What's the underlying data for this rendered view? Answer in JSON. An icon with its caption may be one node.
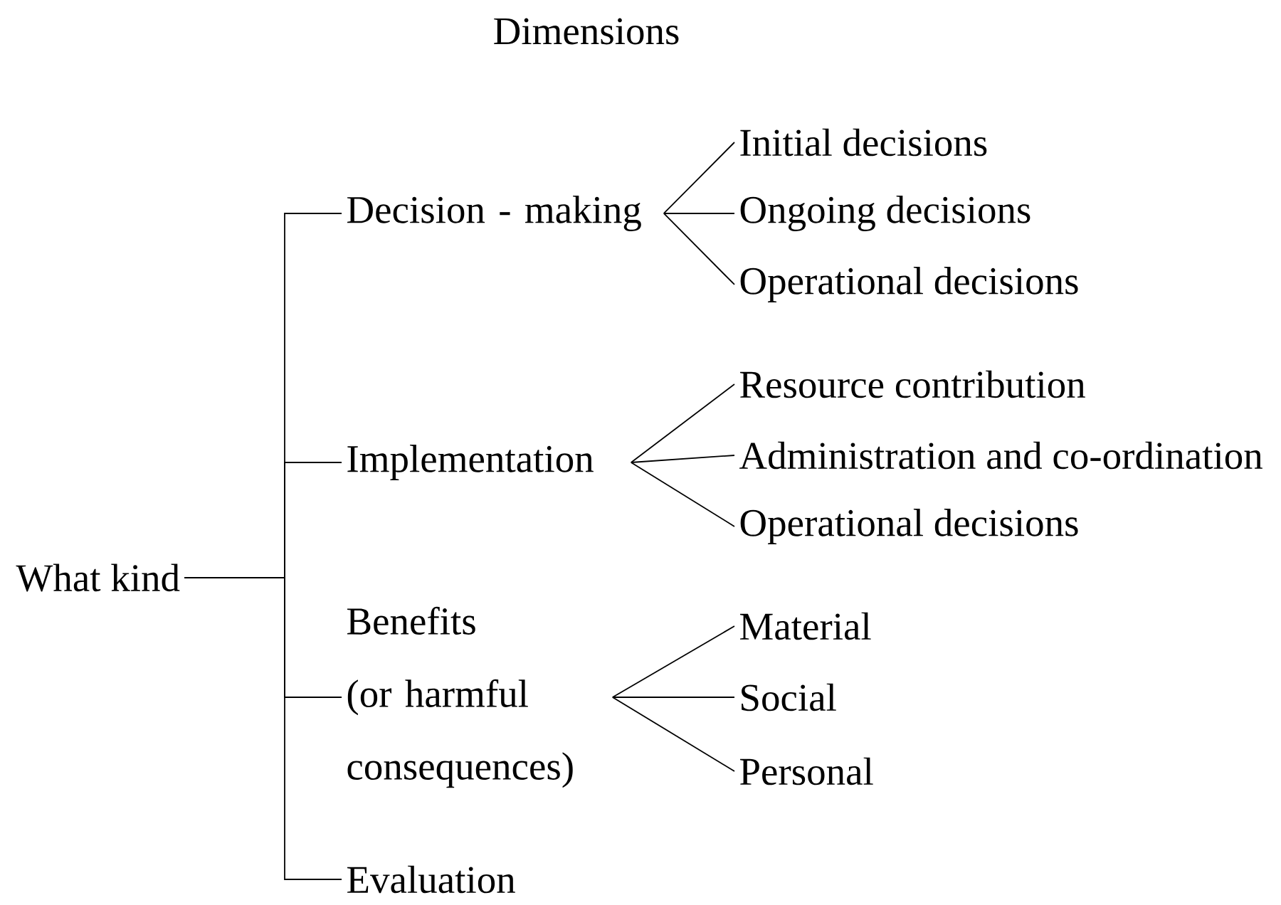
{
  "diagram": {
    "title": "Dimensions",
    "nodes": [
      {
        "text": [
          "What kind"
        ]
      },
      {
        "text": [
          "Decision - making"
        ]
      },
      {
        "text": [
          "Initial decisions"
        ]
      },
      {
        "text": [
          "Ongoing decisions"
        ]
      },
      {
        "text": [
          "Operational decisions"
        ]
      },
      {
        "text": [
          "Implementation"
        ]
      },
      {
        "text": [
          "Resource contribution"
        ]
      },
      {
        "text": [
          "Administration and co-ordination"
        ]
      },
      {
        "text": [
          "Operational decisions"
        ]
      },
      {
        "text": [
          "Benefits (or harmful consequences)"
        ]
      },
      {
        "text": [
          "Material"
        ]
      },
      {
        "text": [
          "Social"
        ]
      },
      {
        "text": [
          "Personal"
        ]
      },
      {
        "text": [
          "Evaluation"
        ]
      }
    ],
    "edges": [
      {
        "from": 0,
        "to": 1,
        "arrow": "none"
      },
      {
        "from": 0,
        "to": 5,
        "arrow": "none"
      },
      {
        "from": 0,
        "to": 9,
        "arrow": "none"
      },
      {
        "from": 0,
        "to": 13,
        "arrow": "none"
      },
      {
        "from": 1,
        "to": 2,
        "arrow": "none"
      },
      {
        "from": 1,
        "to": 3,
        "arrow": "none"
      },
      {
        "from": 1,
        "to": 4,
        "arrow": "none"
      },
      {
        "from": 5,
        "to": 6,
        "arrow": "none"
      },
      {
        "from": 5,
        "to": 7,
        "arrow": "none"
      },
      {
        "from": 5,
        "to": 8,
        "arrow": "none"
      },
      {
        "from": 9,
        "to": 10,
        "arrow": "none"
      },
      {
        "from": 9,
        "to": 11,
        "arrow": "none"
      },
      {
        "from": 9,
        "to": 12,
        "arrow": "none"
      }
    ]
  }
}
